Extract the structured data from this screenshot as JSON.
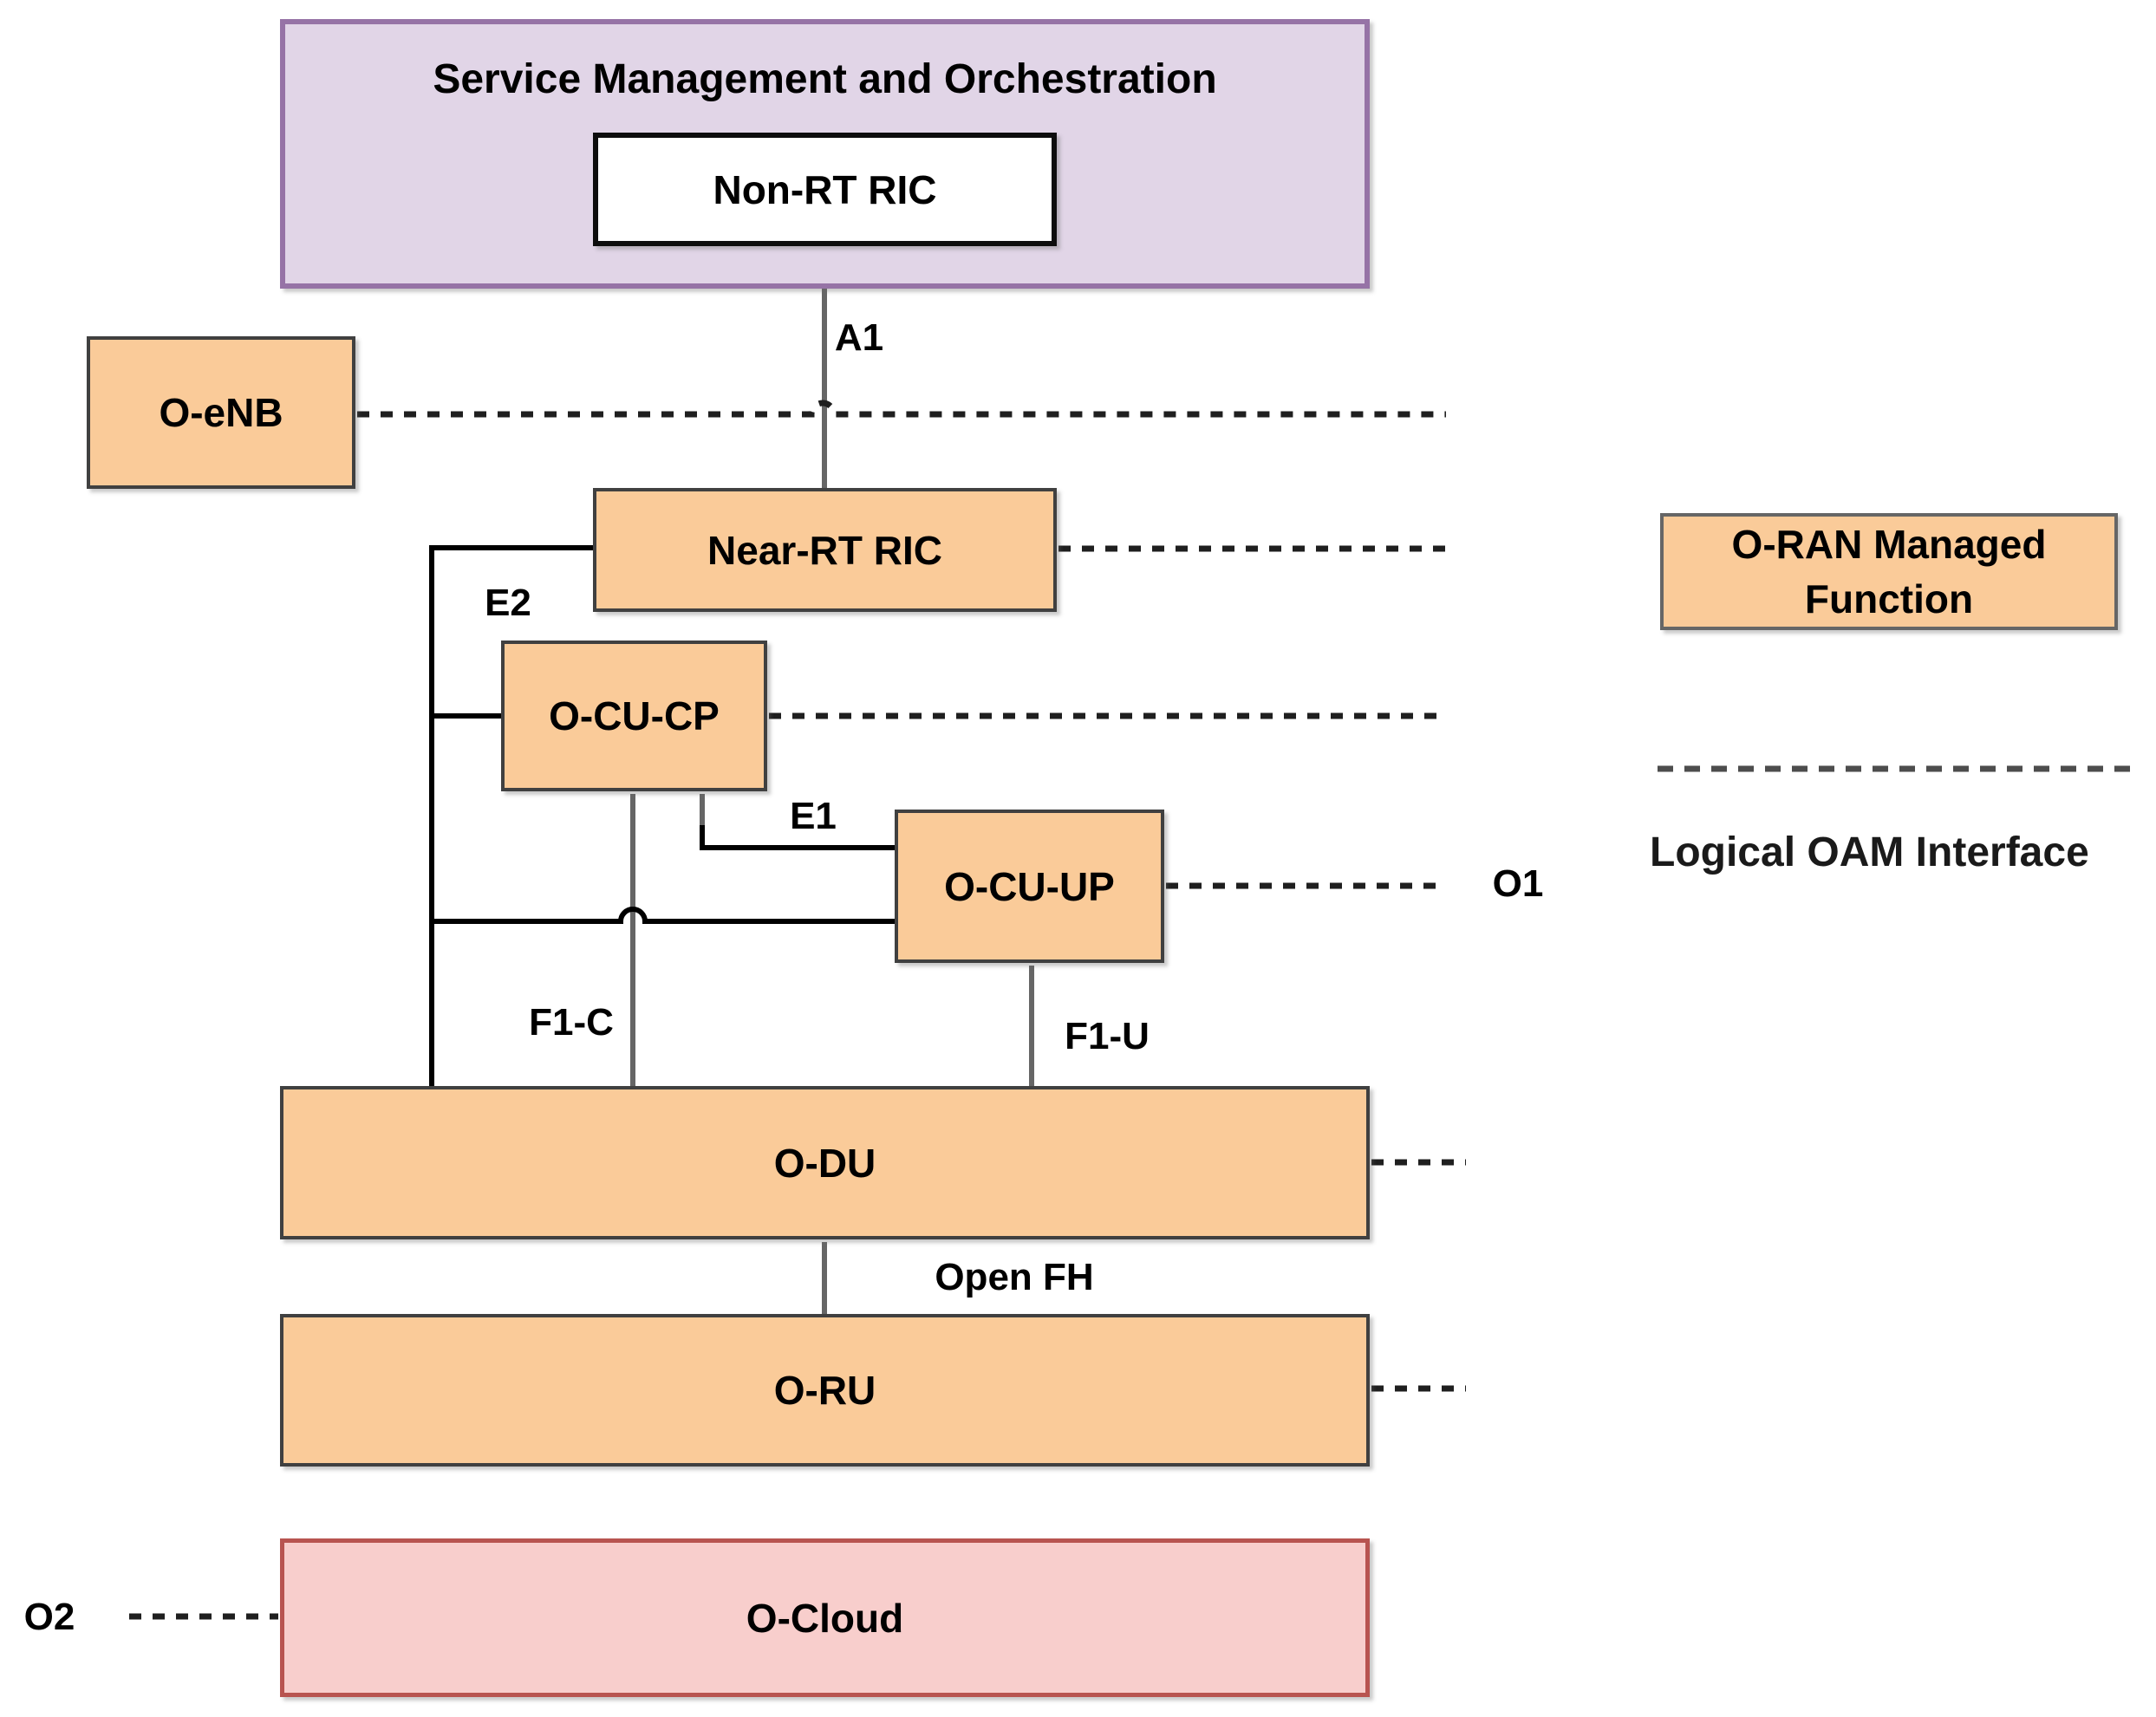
{
  "smo": {
    "title": "Service Management and Orchestration"
  },
  "nodes": {
    "non_rt_ric": {
      "label": "Non-RT RIC"
    },
    "o_enb": {
      "label": "O-eNB"
    },
    "near_rt_ric": {
      "label": "Near-RT RIC"
    },
    "o_cu_cp": {
      "label": "O-CU-CP"
    },
    "o_cu_up": {
      "label": "O-CU-UP"
    },
    "o_du": {
      "label": "O-DU"
    },
    "o_ru": {
      "label": "O-RU"
    },
    "o_cloud": {
      "label": "O-Cloud"
    }
  },
  "interfaces": {
    "a1": {
      "label": "A1"
    },
    "e2": {
      "label": "E2"
    },
    "e1": {
      "label": "E1"
    },
    "f1_c": {
      "label": "F1-C"
    },
    "f1_u": {
      "label": "F1-U"
    },
    "open_fh": {
      "label": "Open FH"
    },
    "o1": {
      "label": "O1"
    },
    "o2": {
      "label": "O2"
    }
  },
  "legend": {
    "managed_function_label": "O-RAN Managed Function",
    "oam_interface_label": "Logical OAM Interface"
  },
  "colors": {
    "managed_function_fill": "#FACB99",
    "managed_function_border": "#404040",
    "smo_fill": "#E1D5E7",
    "smo_border": "#9673A6",
    "o_cloud_fill": "#F8CECC",
    "o_cloud_border": "#B85450",
    "non_rt_ric_fill": "#FFFFFF",
    "solid_line_gray": "#666666",
    "solid_line_black": "#000000",
    "dashed_line": "#1F1F1F"
  }
}
